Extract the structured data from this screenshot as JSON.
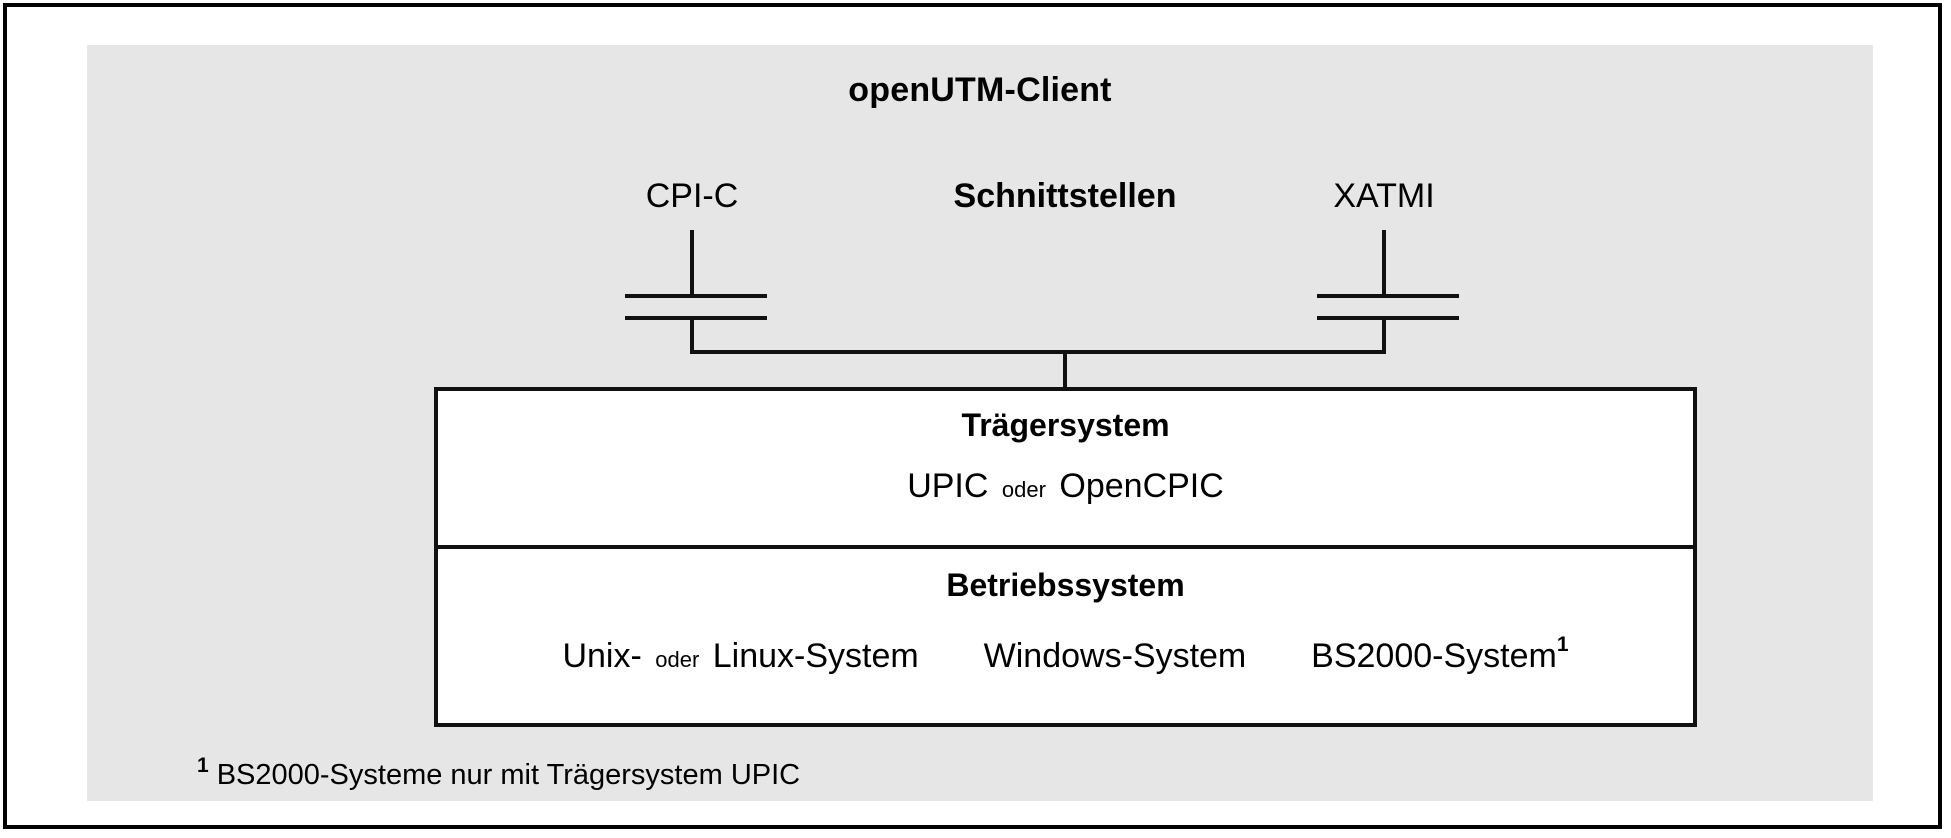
{
  "figure": {
    "title": "openUTM-Client",
    "panel_color": "#e6e6e6",
    "line_color": "#111111",
    "frame_color": "#000000",
    "box_fill": "#ffffff"
  },
  "interfaces": {
    "heading": "Schnittstellen",
    "left": "CPI-C",
    "right": "XATMI"
  },
  "layers": [
    {
      "heading": "Trägersystem",
      "items": [
        "UPIC",
        "OpenCPIC"
      ],
      "conjunction": "oder"
    },
    {
      "heading": "Betriebssystem",
      "items": [
        "Unix-",
        "Linux-System",
        "Windows-System",
        "BS2000-System"
      ],
      "conjunction": "oder",
      "footnote_marker": "1"
    }
  ],
  "carrier": {
    "first": "UPIC",
    "conjunction": "oder",
    "second": "OpenCPIC"
  },
  "os": {
    "unix": "Unix-",
    "conjunction": "oder",
    "linux": "Linux-System",
    "windows": "Windows-System",
    "bs2000": "BS2000-System",
    "bs2000_marker": "1"
  },
  "footnote": {
    "marker": "1",
    "text": "BS2000-Systeme nur mit Trägersystem UPIC"
  }
}
